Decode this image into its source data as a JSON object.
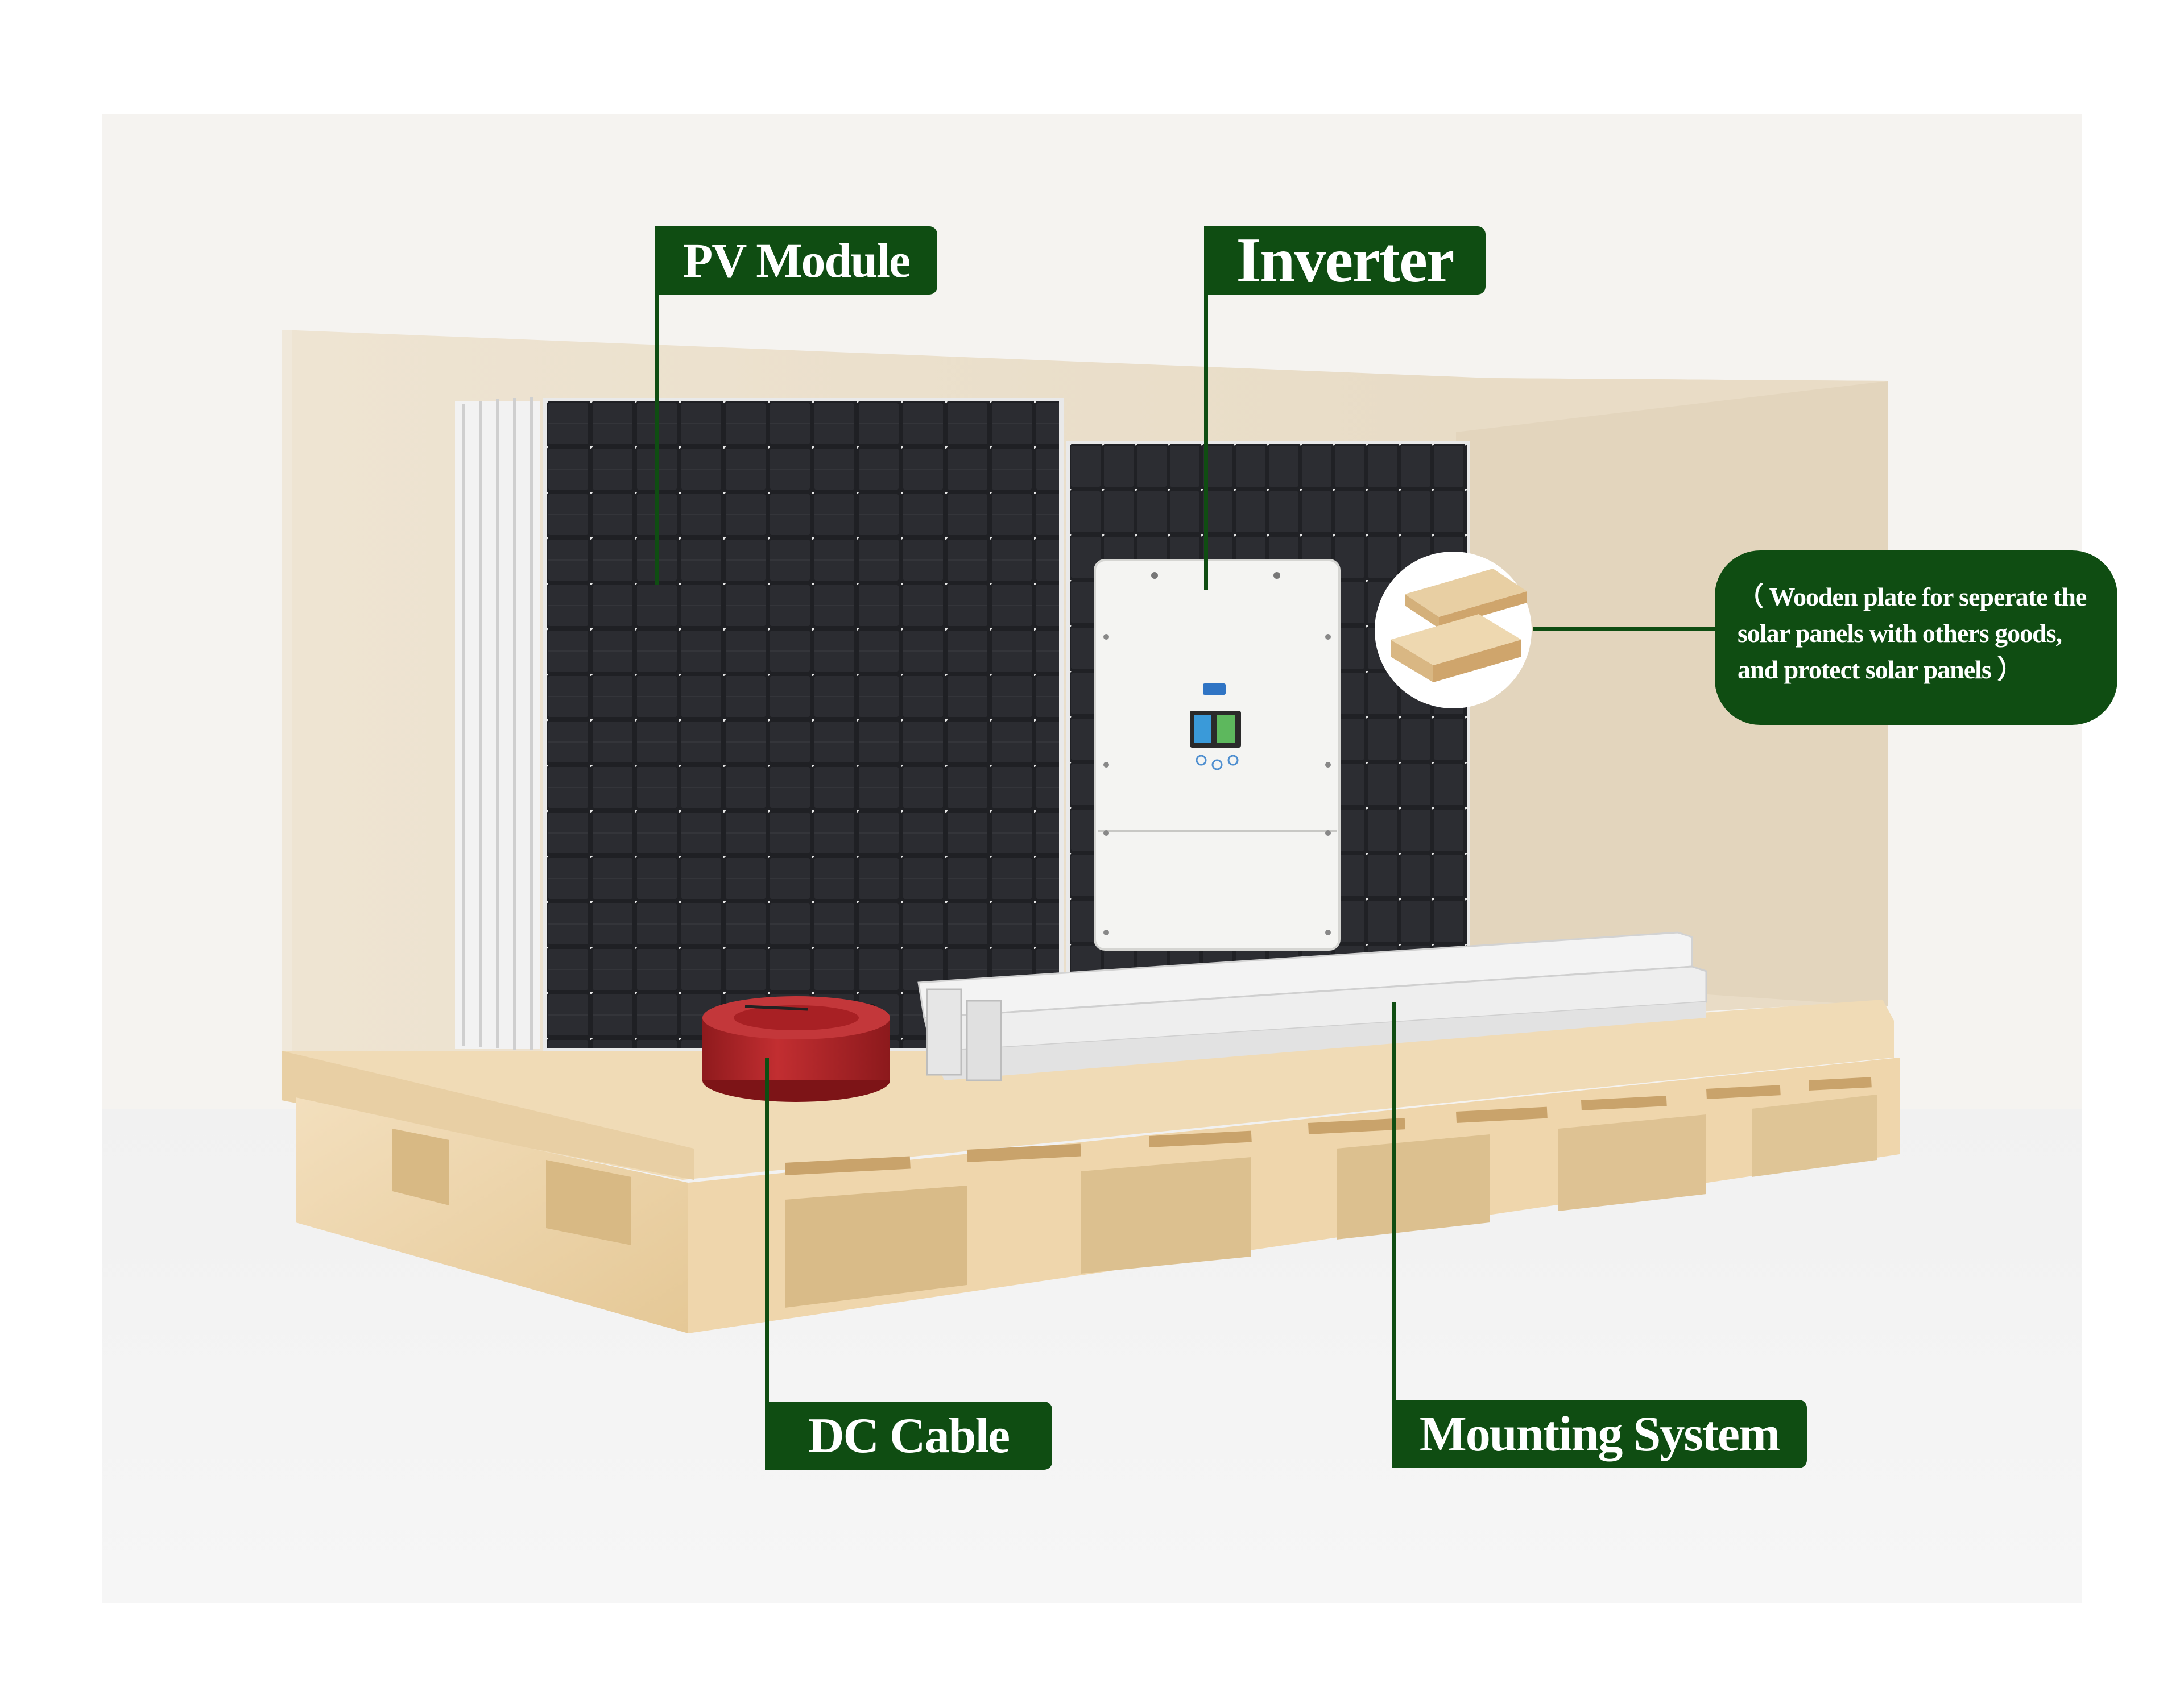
{
  "labels": {
    "pv_module": "PV Module",
    "inverter": "Inverter",
    "dc_cable": "DC Cable",
    "mounting_system": "Mounting System"
  },
  "note": {
    "line1": "（ Wooden plate for seperate the",
    "line2": "solar panels with others goods,",
    "line3": "and protect solar panels ）"
  },
  "colors": {
    "label_green": "#0f4d12",
    "cable_red": "#b5262a",
    "panel_dark": "#1e1f22",
    "pallet_wood": "#efd9b4",
    "inverter_white": "#f4f4f2"
  },
  "icons": {
    "inverter_logo": "deye-logo",
    "wooden_plate": "wooden-plate-icon"
  }
}
